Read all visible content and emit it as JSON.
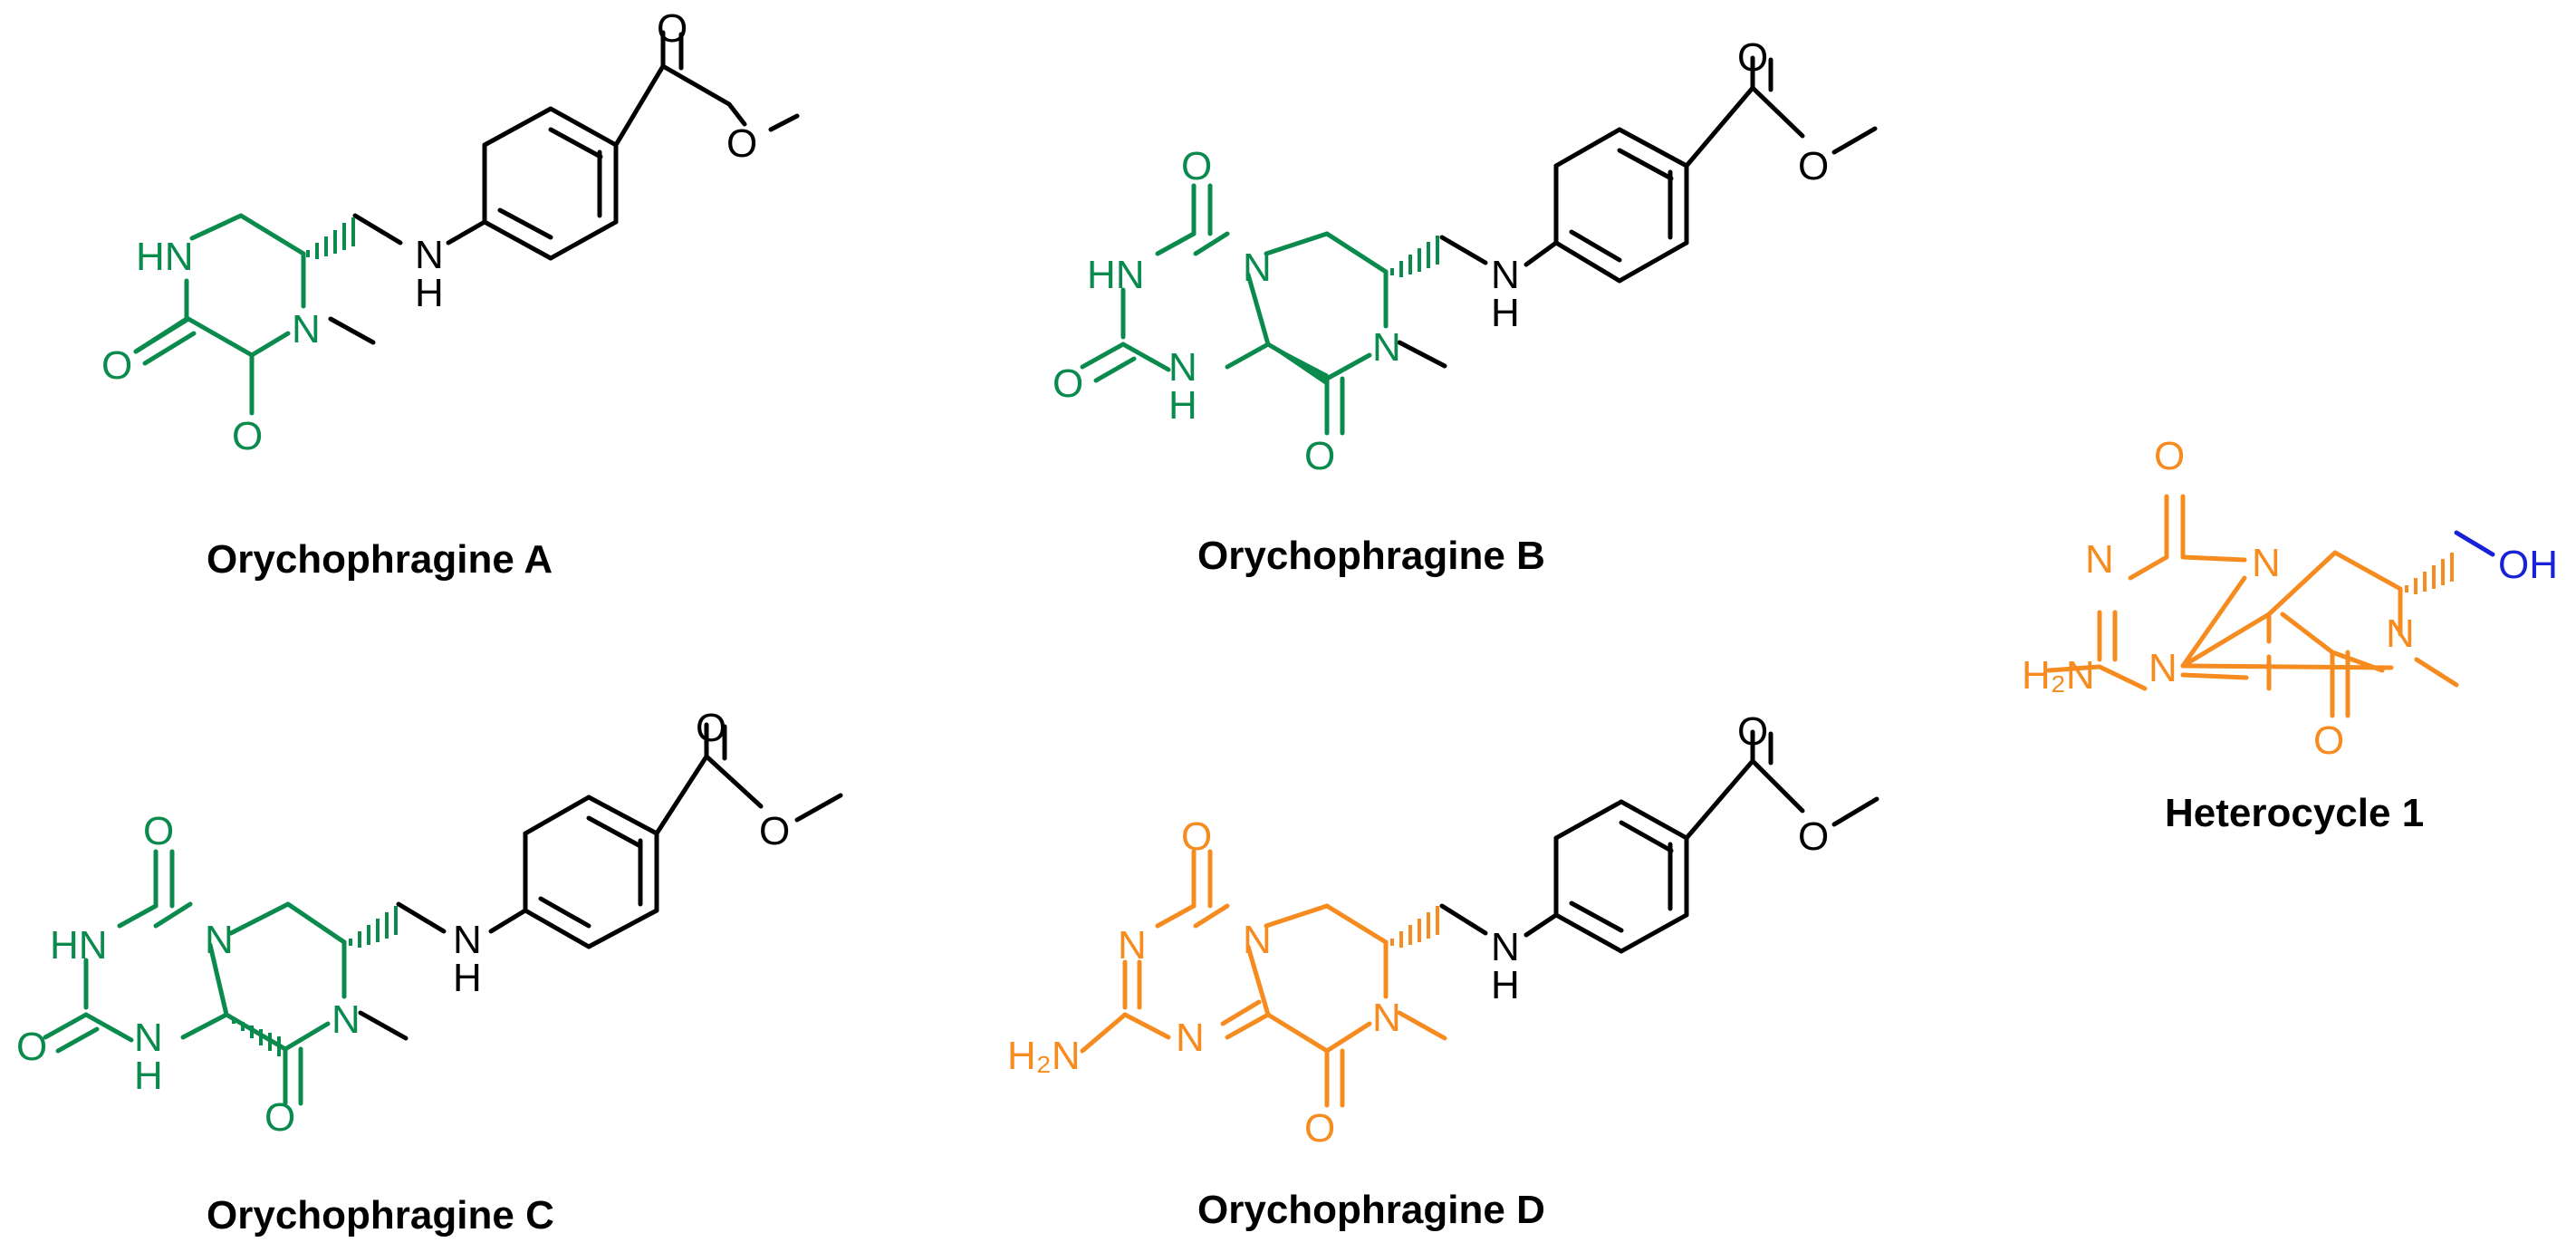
{
  "colors": {
    "black": "#000000",
    "green": "#0b8a4d",
    "orange": "#f68b1f",
    "blue": "#1a22d6"
  },
  "labels": {
    "a": "Orychophragine A",
    "b": "Orychophragine B",
    "c": "Orychophragine C",
    "d": "Orychophragine D",
    "h1": "Heterocycle 1"
  },
  "atoms": {
    "O": "O",
    "N": "N",
    "NH": "NH",
    "HN": "HN",
    "H": "H",
    "OH": "OH",
    "H2N": "H₂N"
  }
}
